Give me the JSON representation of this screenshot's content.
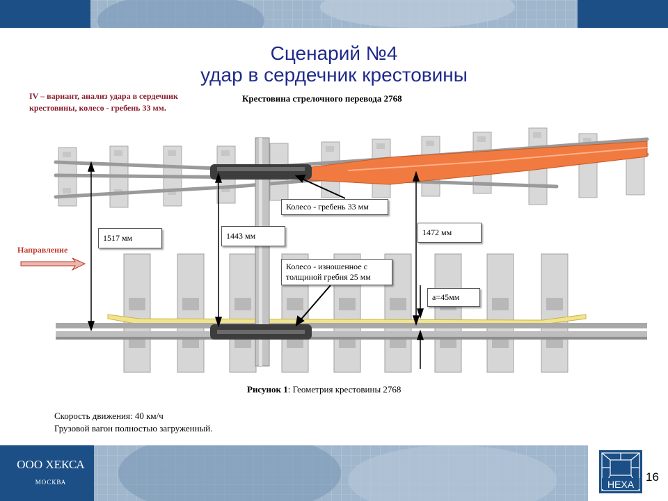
{
  "title": {
    "line1": "Сценарий №4",
    "line2": "удар в сердечник крестовины"
  },
  "variant_note": "IV – вариант, анализ удара в сердечник крестовины, колесо - гребень 33 мм.",
  "figure_title": "Крестовина стрелочного перевода 2768",
  "direction_label": "Направление",
  "labels": {
    "wheel_33": "Колесо - гребень 33 мм",
    "wheel_worn": "Колесо - изношенное с толщиной гребня 25 мм",
    "dim_1517": "1517 мм",
    "dim_1443": "1443 мм",
    "dim_1472": "1472 мм",
    "dim_a": "a=45мм"
  },
  "figure_caption": {
    "bold": "Рисунок 1",
    "rest": ": Геометрия крестовины 2768"
  },
  "conditions": {
    "speed": "Скорость движения: 40 км/ч",
    "load": "Грузовой вагон полностью загруженный."
  },
  "footer": {
    "company": "ООО ХЕКСА",
    "city": "МОСКВА",
    "logo_text": "HEXA",
    "page_number": "16"
  },
  "colors": {
    "title": "#1f2a8c",
    "note": "#8a1c2b",
    "frog": "#f07a40",
    "guide": "#f0e08a",
    "band": "#6e8fb0"
  }
}
